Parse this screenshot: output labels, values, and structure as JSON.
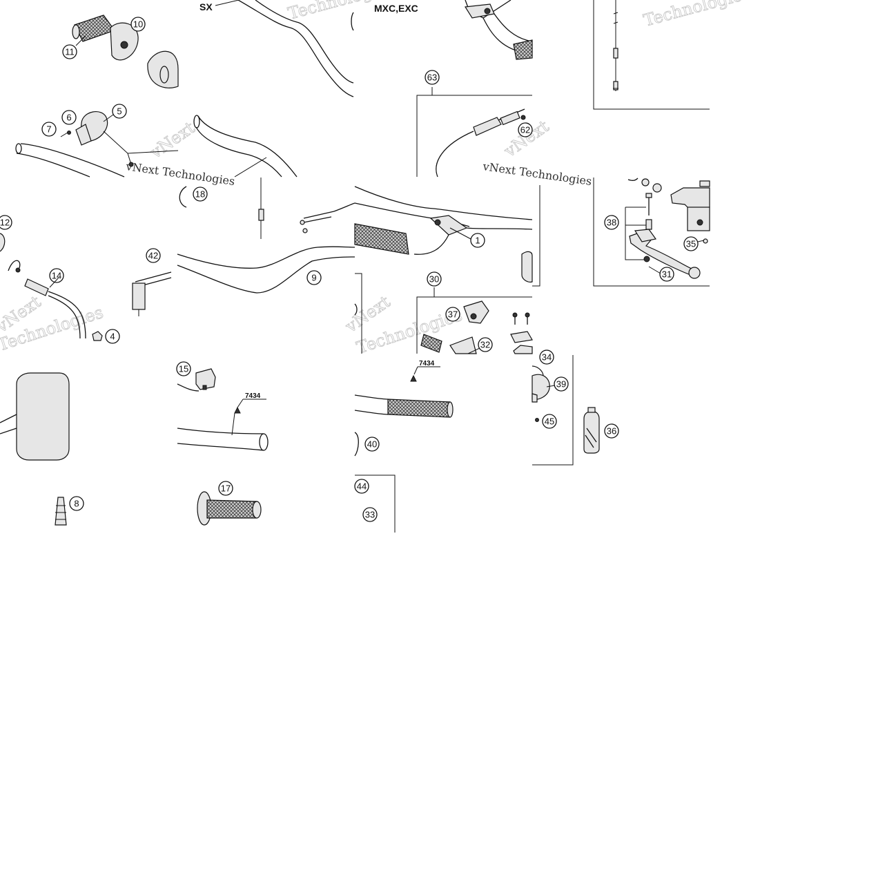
{
  "variant_labels": {
    "sx": "SX",
    "mxc_exc": "MXC,EXC"
  },
  "part_codes": {
    "code_a": "7434",
    "code_b": "7434"
  },
  "watermark": {
    "brand_a": "Technologies",
    "brand_b": "vNext",
    "brand_c": "vNext Technologies"
  },
  "callouts": [
    "10",
    "11",
    "5",
    "6",
    "7",
    "63",
    "62",
    "18",
    "12",
    "14",
    "42",
    "9",
    "1",
    "30",
    "37",
    "32",
    "38",
    "35",
    "31",
    "4",
    "15",
    "34",
    "39",
    "45",
    "36",
    "40",
    "8",
    "17",
    "44",
    "33"
  ]
}
